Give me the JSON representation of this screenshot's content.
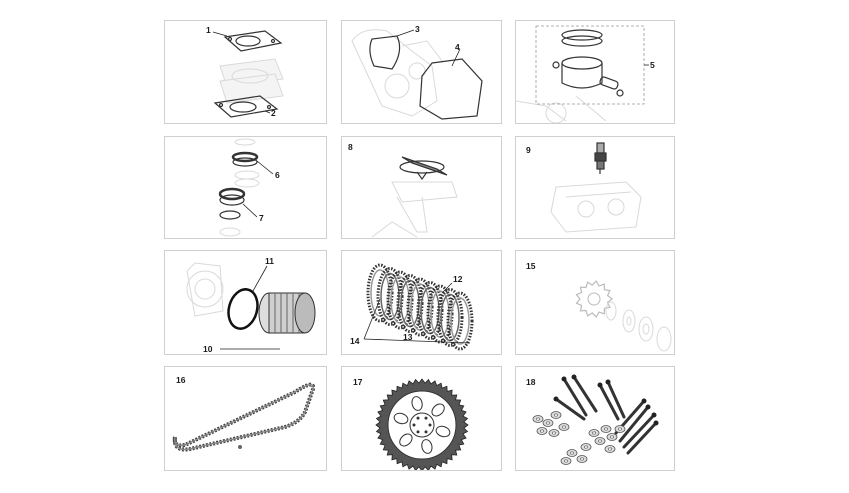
{
  "callouts": {
    "c1": "1",
    "c2": "2",
    "c3": "3",
    "c4": "4",
    "c5": "5",
    "c6": "6",
    "c7": "7",
    "c8": "8",
    "c9": "9",
    "c10": "10",
    "c11": "11",
    "c12": "12",
    "c13": "13",
    "c14": "14",
    "c15": "15",
    "c16": "16",
    "c17": "17",
    "c18": "18"
  },
  "icons": {
    "gaskets": "cylinder-gasket-icon",
    "covers": "engine-cover-gasket-icon",
    "piston": "piston-kit-icon",
    "bearings": "fork-bearing-icon",
    "thermostat": "valve-assembly-icon",
    "sparkplug": "spark-plug-icon",
    "filter": "oil-filter-icon",
    "clutch": "clutch-plates-icon",
    "sprocket_front": "front-sprocket-icon",
    "chain": "drive-chain-icon",
    "sprocket_rear": "rear-sprocket-icon",
    "bolts": "bolt-kit-icon"
  }
}
